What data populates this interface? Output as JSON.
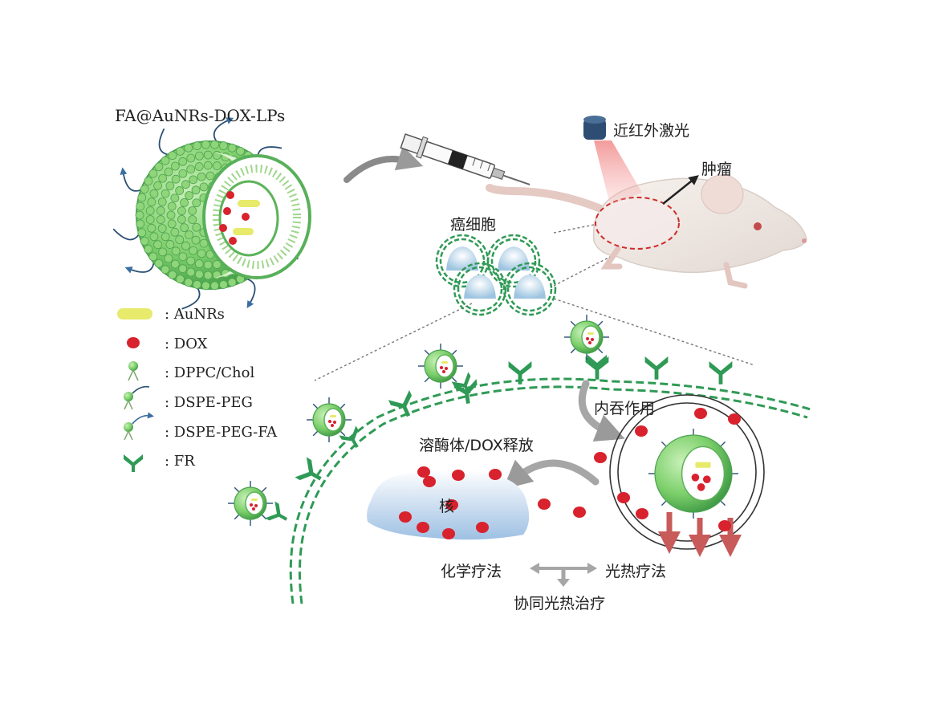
{
  "title": "FA@AuNRs-DOX-LPs",
  "labels": {
    "laser": "近红外激光",
    "tumor": "肿瘤",
    "cancer_cells": "癌细胞",
    "endocytosis": "内吞作用",
    "lysosome_release": "溶酶体/DOX释放",
    "nucleus": "核",
    "chemotherapy": "化学疗法",
    "photothermal": "光热疗法",
    "synergy": "协同光热治疗"
  },
  "legend": [
    {
      "icon": "aunr-rod-icon",
      "label": ": AuNRs"
    },
    {
      "icon": "dox-dot-icon",
      "label": ": DOX"
    },
    {
      "icon": "dppc-chol-lipid-icon",
      "label": ": DPPC/Chol"
    },
    {
      "icon": "dspe-peg-lipid-icon",
      "label": ": DSPE-PEG"
    },
    {
      "icon": "dspe-peg-fa-lipid-icon",
      "label": ": DSPE-PEG-FA"
    },
    {
      "icon": "folate-receptor-icon",
      "label": ": FR"
    }
  ],
  "colors": {
    "liposome_green": "#7ccf6a",
    "liposome_dark": "#3f9a45",
    "dox_red": "#d8222d",
    "aunr_yellow": "#e7ea6a",
    "receptor_green": "#2f9a55",
    "laser_red": "#e46a6a",
    "arrow_red": "#c85a5a",
    "nucleus_blue": "#a9c7e6",
    "gray_arrow": "#9a9a9a"
  }
}
